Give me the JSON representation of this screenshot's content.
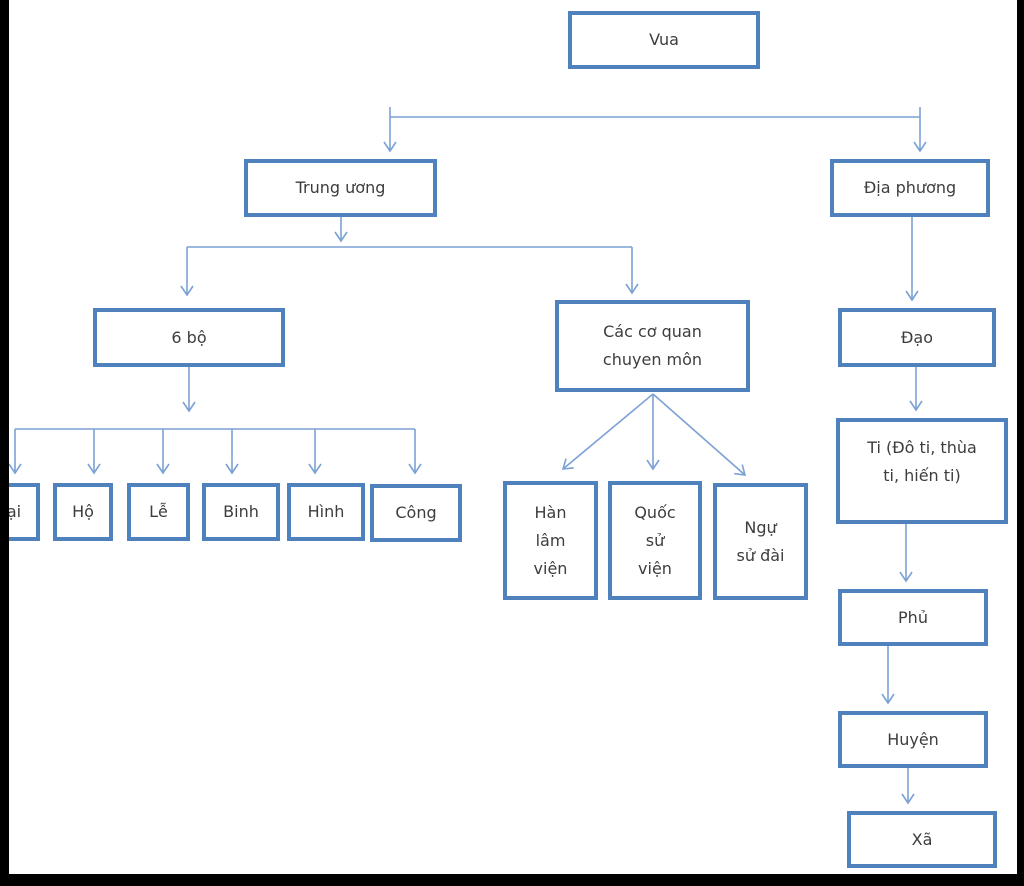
{
  "diagram": {
    "type": "flowchart",
    "description": "Vietnamese feudal government administrative structure diagram",
    "colors": {
      "background": "#ffffff",
      "box_border": "#4f81bd",
      "connector": "#7ca1d4",
      "text": "#3d3d3d",
      "frame": "#000000"
    },
    "nodes": {
      "vua": {
        "label": "Vua"
      },
      "trung_uong": {
        "label": "Trung ương"
      },
      "dia_phuong": {
        "label": "Địa phương"
      },
      "sau_bo": {
        "label": "6 bộ"
      },
      "cac_co_quan": {
        "label": "Các cơ quan\nchuyen môn"
      },
      "bo_lai": {
        "label": "ại"
      },
      "bo_ho": {
        "label": "Hộ"
      },
      "bo_le": {
        "label": "Lễ"
      },
      "bo_binh": {
        "label": "Binh"
      },
      "bo_hinh": {
        "label": "Hình"
      },
      "bo_cong": {
        "label": "Công"
      },
      "han_lam_vien": {
        "label": "Hàn\nlâm\nviện"
      },
      "quoc_su_vien": {
        "label": "Quốc\nsử\nviện"
      },
      "ngu_su_dai": {
        "label": "Ngự\nsử đài"
      },
      "dao": {
        "label": "Đạo"
      },
      "ti": {
        "label": "Ti (Đô ti, thùa\nti, hiến ti)"
      },
      "phu": {
        "label": "Phủ"
      },
      "huyen": {
        "label": "Huyện"
      },
      "xa": {
        "label": "Xã"
      }
    }
  }
}
